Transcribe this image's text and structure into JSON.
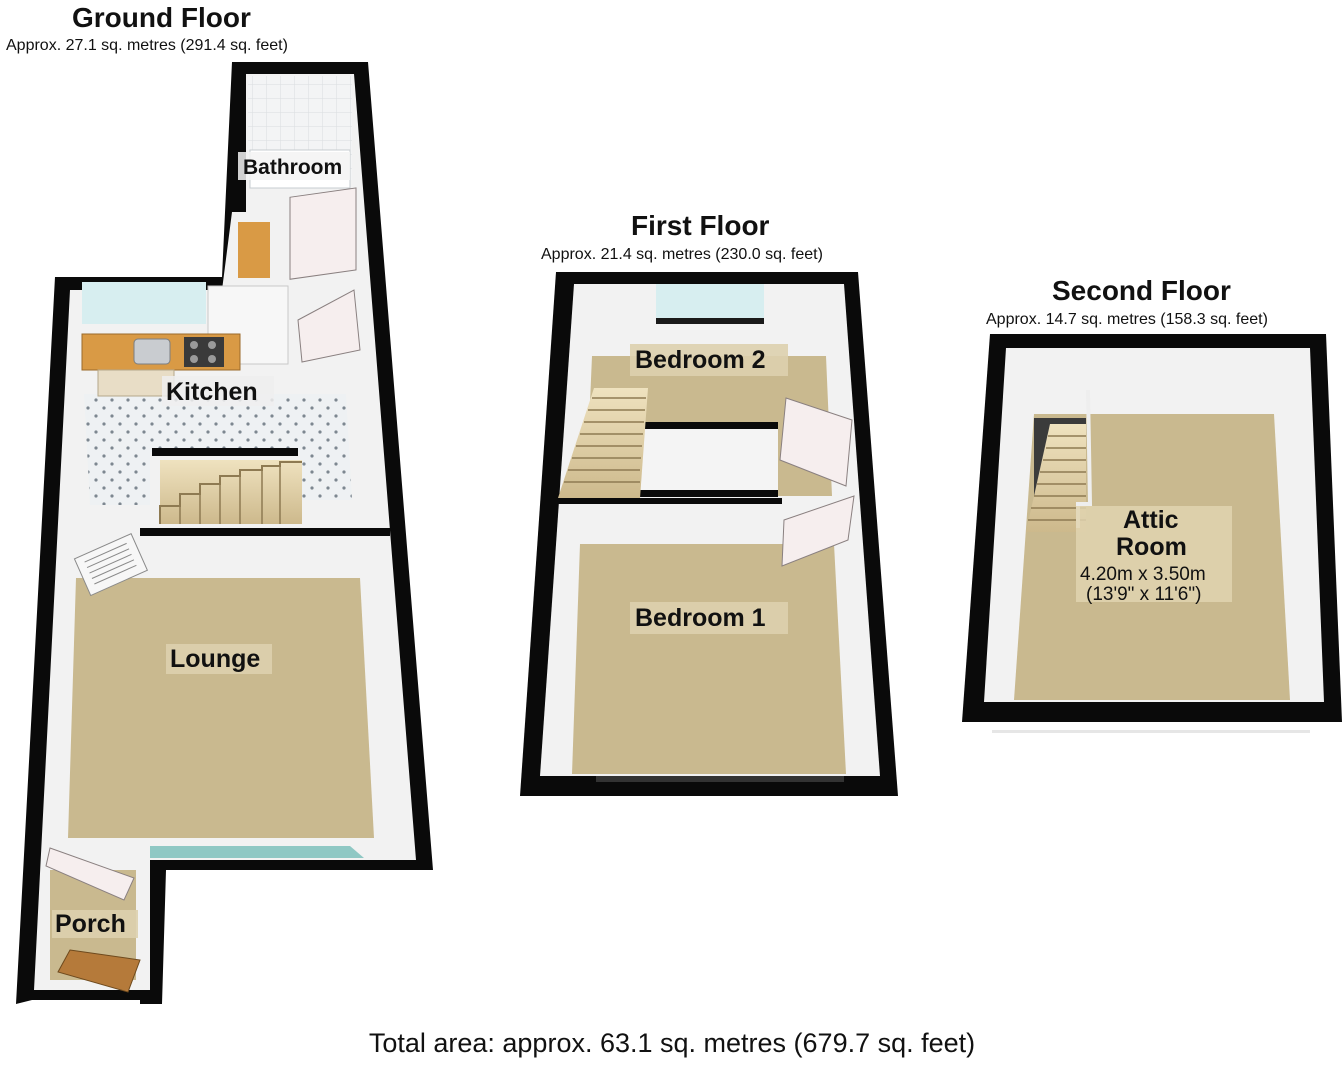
{
  "floors": {
    "ground": {
      "title": "Ground Floor",
      "area": "Approx. 27.1 sq. metres (291.4 sq. feet)",
      "rooms": {
        "bathroom": "Bathroom",
        "kitchen": "Kitchen",
        "lounge": "Lounge",
        "porch": "Porch"
      }
    },
    "first": {
      "title": "First Floor",
      "area": "Approx. 21.4 sq. metres (230.0 sq. feet)",
      "rooms": {
        "bedroom2": "Bedroom 2",
        "bedroom1": "Bedroom 1"
      }
    },
    "second": {
      "title": "Second Floor",
      "area": "Approx. 14.7 sq. metres (158.3 sq. feet)",
      "rooms": {
        "attic_line1": "Attic",
        "attic_line2": "Room",
        "attic_dim_metric": "4.20m x 3.50m",
        "attic_dim_imperial": "(13'9\" x 11'6\")"
      }
    }
  },
  "total_area": "Total area: approx. 63.1 sq. metres (679.7 sq. feet)",
  "colors": {
    "wall": "#0a0a0a",
    "carpet": "#c9b98f",
    "wall_face": "#f2f2f2",
    "tile_floor": "#e9edf0",
    "stair": "#d9c7a0",
    "worktop": "#d99a45"
  }
}
